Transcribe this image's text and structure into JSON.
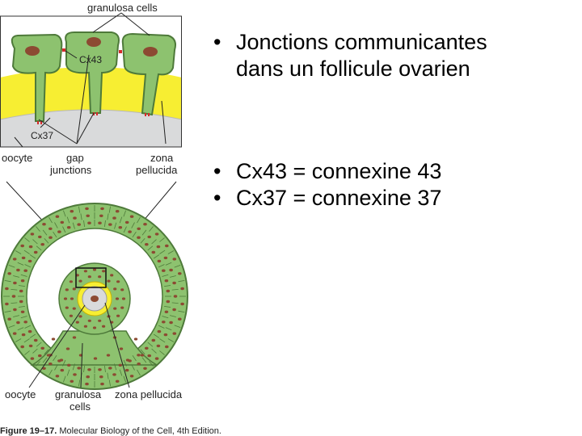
{
  "top_labels": {
    "granulosa_cells": "granulosa cells",
    "cx43": "Cx43",
    "cx37": "Cx37",
    "oocyte": "oocyte",
    "gap_junctions": [
      "gap",
      "junctions"
    ],
    "zona_pellucida": [
      "zona",
      "pellucida"
    ]
  },
  "bottom_labels": {
    "oocyte": "oocyte",
    "granulosa_cells": [
      "granulosa",
      "cells"
    ],
    "zona_pellucida": "zona pellucida"
  },
  "caption": {
    "bold": "Figure 19–17.",
    "text": " Molecular Biology of the Cell, 4th Edition."
  },
  "bullets": [
    [
      "Jonctions communicantes",
      "dans un follicule ovarien"
    ],
    [
      "Cx43 = connexine 43"
    ],
    [
      "Cx37 = connexine 37"
    ]
  ],
  "colors": {
    "cell_green": "#8dc26f",
    "cell_outline": "#4e7a3a",
    "nucleus": "#8c4a32",
    "zona_yellow": "#f7ee32",
    "oocyte_gray": "#d9dadb",
    "junction_red": "#d62b2b"
  }
}
